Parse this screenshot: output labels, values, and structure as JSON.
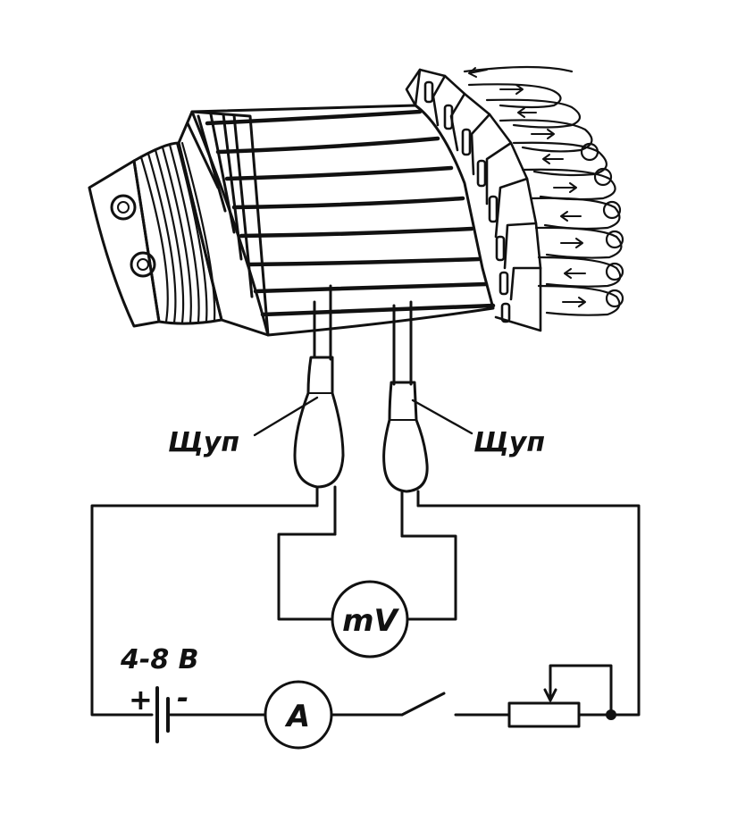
{
  "diagram": {
    "labels": {
      "probe_left": "Щуп",
      "probe_right": "Щуп",
      "millivoltmeter": "mV",
      "ammeter": "A",
      "battery_voltage": "4-8 В",
      "battery_plus": "+",
      "battery_minus": "-"
    },
    "commutator_segments": 9,
    "colors": {
      "ink": "#111111",
      "paper": "#ffffff"
    }
  }
}
